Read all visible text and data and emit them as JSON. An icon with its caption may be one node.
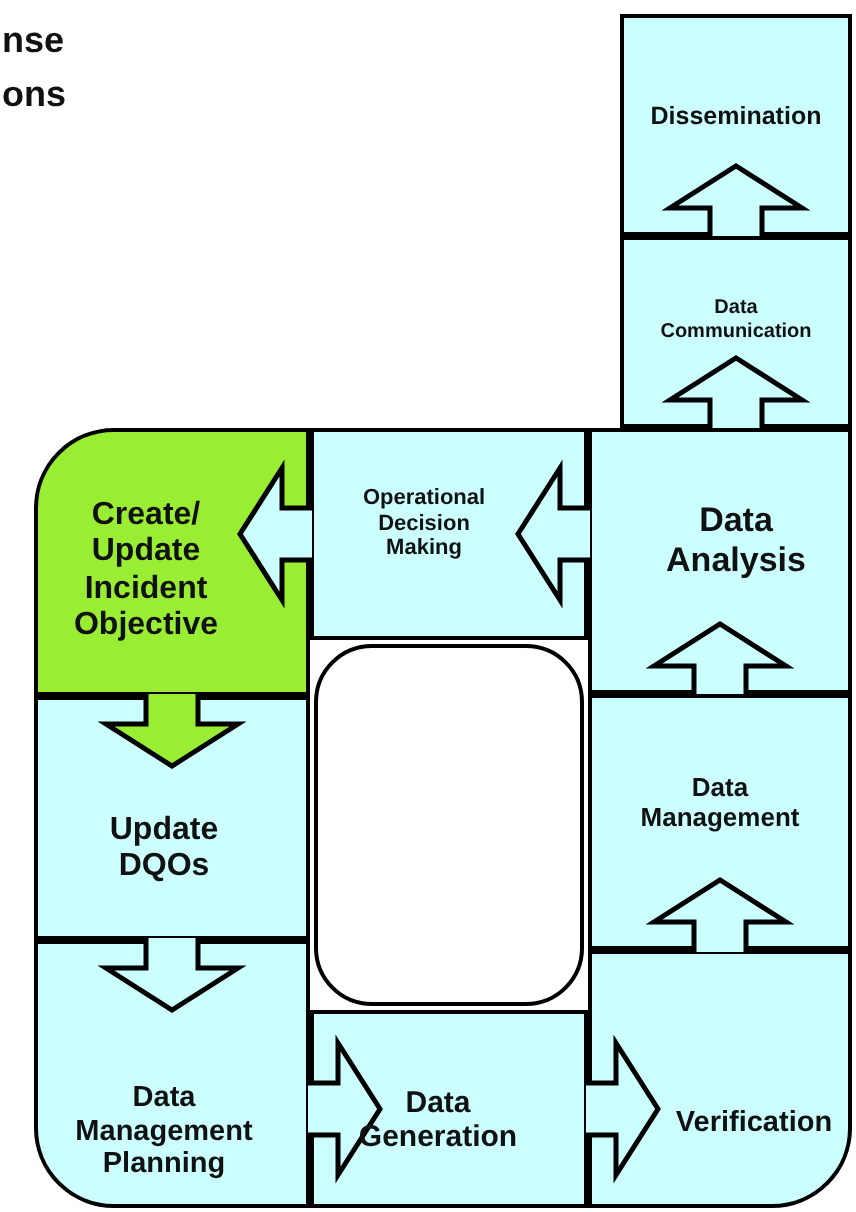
{
  "diagram": {
    "nodes": [
      {
        "text": [
          "Dissemination"
        ]
      },
      {
        "text": [
          "Data Communication"
        ]
      },
      {
        "text": [
          "Data Analysis"
        ]
      },
      {
        "text": [
          "Operational Decision Making"
        ]
      },
      {
        "text": [
          "Create/ Update Incident Objective"
        ]
      },
      {
        "text": [
          "Update DQOs"
        ]
      },
      {
        "text": [
          "Data Management Planning"
        ]
      },
      {
        "text": [
          "Data Generation"
        ]
      },
      {
        "text": [
          "Verification"
        ]
      },
      {
        "text": [
          "Data Management"
        ]
      }
    ],
    "edges": [
      {
        "from": 6,
        "to": 7,
        "arrow": "to"
      },
      {
        "from": 7,
        "to": 8,
        "arrow": "to"
      },
      {
        "from": 8,
        "to": 9,
        "arrow": "to"
      },
      {
        "from": 9,
        "to": 2,
        "arrow": "to"
      },
      {
        "from": 2,
        "to": 1,
        "arrow": "to"
      },
      {
        "from": 1,
        "to": 0,
        "arrow": "to"
      },
      {
        "from": 2,
        "to": 3,
        "arrow": "to"
      },
      {
        "from": 3,
        "to": 4,
        "arrow": "to"
      },
      {
        "from": 4,
        "to": 5,
        "arrow": "to"
      },
      {
        "from": 5,
        "to": 6,
        "arrow": "to"
      }
    ],
    "labels": [
      "nse",
      "ions"
    ]
  }
}
